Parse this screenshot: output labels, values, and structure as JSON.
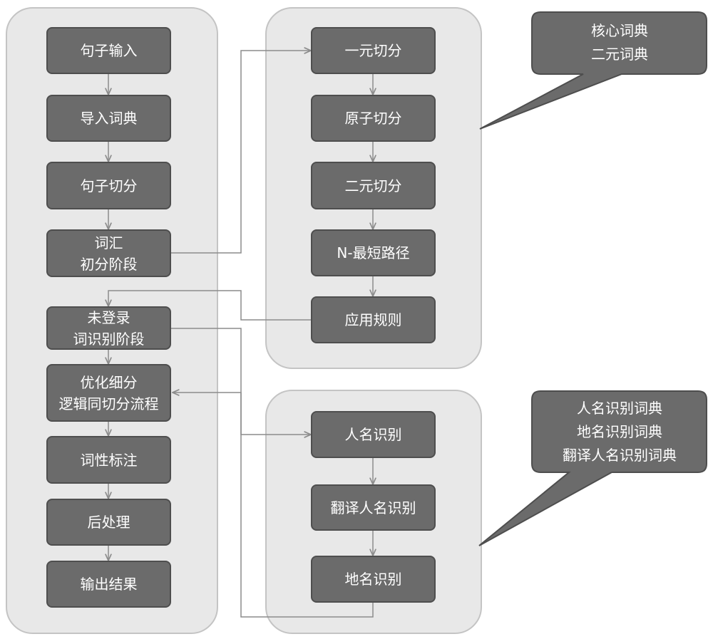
{
  "colors": {
    "panel_fill": "#e8e8e8",
    "panel_border": "#c4c4c4",
    "node_fill": "#6b6b6b",
    "node_border": "#4e4e4e",
    "node_text": "#ffffff",
    "connector": "#8c8c8c"
  },
  "main_flow": {
    "sentence_input": "句子输入",
    "import_dictionary": "导入词典",
    "sentence_segmentation": "句子切分",
    "lexical_initial": [
      "词汇",
      "初分阶段"
    ],
    "unknown_word_recognition": [
      "未登录",
      "词识别阶段"
    ],
    "optimization": [
      "优化细分",
      "逻辑同切分流程"
    ],
    "pos_tagging": "词性标注",
    "post_processing": "后处理",
    "output_result": "输出结果"
  },
  "segmentation_group": {
    "unigram_segmentation": "一元切分",
    "atomic_segmentation": "原子切分",
    "bigram_segmentation": "二元切分",
    "n_shortest_path": "N-最短路径",
    "apply_rules": "应用规则"
  },
  "recognition_group": {
    "person_name_recognition": "人名识别",
    "translated_name_recognition": "翻译人名识别",
    "place_name_recognition": "地名识别"
  },
  "callout_segmentation": [
    "核心词典",
    "二元词典"
  ],
  "callout_recognition": [
    "人名识别词典",
    "地名识别词典",
    "翻译人名识别词典"
  ]
}
